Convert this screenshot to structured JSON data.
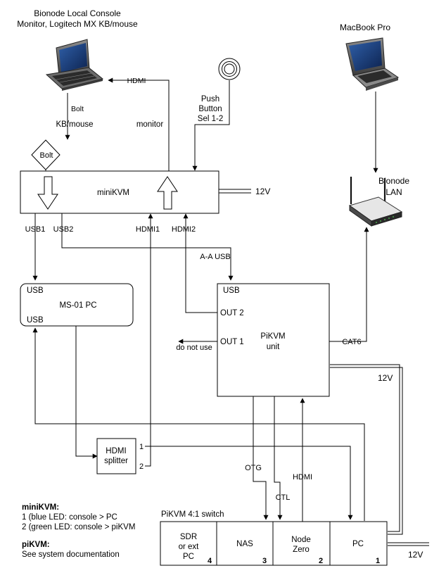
{
  "console": {
    "title_line1": "Bionode Local Console",
    "title_line2": "Monitor, Logitech MX KB/mouse",
    "bolt_label": "Bolt",
    "kbmouse_label": "KB/mouse",
    "bolt_dongle": "Bolt"
  },
  "macbook": {
    "label": "MacBook Pro"
  },
  "router": {
    "label_line1": "Bionode",
    "label_line2": "LAN"
  },
  "push_button": {
    "line1": "Push",
    "line2": "Button",
    "line3": "Sel 1-2"
  },
  "minikvm": {
    "name": "miniKVM",
    "usb1": "USB1",
    "usb2": "USB2",
    "hdmi1": "HDMI1",
    "hdmi2": "HDMI2",
    "power": "12V"
  },
  "wires": {
    "hdmi": "HDMI",
    "monitor": "monitor",
    "aa_usb": "A-A USB",
    "cat6": "CAT6",
    "otg": "OTG",
    "ctl": "CTL",
    "hdmi_switch": "HDMI",
    "do_not_use": "do not use",
    "power_pikvm": "12V",
    "power_switch": "12V"
  },
  "ms01": {
    "usb_top": "USB",
    "name": "MS-01 PC",
    "usb_bottom": "USB"
  },
  "pikvm": {
    "usb": "USB",
    "out2": "OUT 2",
    "out1": "OUT 1",
    "name_line1": "PiKVM",
    "name_line2": "unit"
  },
  "splitter": {
    "line1": "HDMI",
    "line2": "splitter",
    "port1": "1",
    "port2": "2"
  },
  "kvm_switch": {
    "title": "PiKVM 4:1 switch",
    "ports": [
      {
        "line1": "SDR",
        "line2": "or ext",
        "line3": "PC",
        "number": "4"
      },
      {
        "line1": "NAS",
        "line2": "",
        "line3": "",
        "number": "3"
      },
      {
        "line1": "Node",
        "line2": "Zero",
        "line3": "",
        "number": "2"
      },
      {
        "line1": "PC",
        "line2": "",
        "line3": "",
        "number": "1"
      }
    ]
  },
  "notes": {
    "minikvm_heading": "miniKVM:",
    "minikvm_line1": "1 (blue LED: console > PC",
    "minikvm_line2": "2 (green LED: console > piKVM",
    "pikvm_heading": "piKVM:",
    "pikvm_line1": "See system documentation"
  }
}
